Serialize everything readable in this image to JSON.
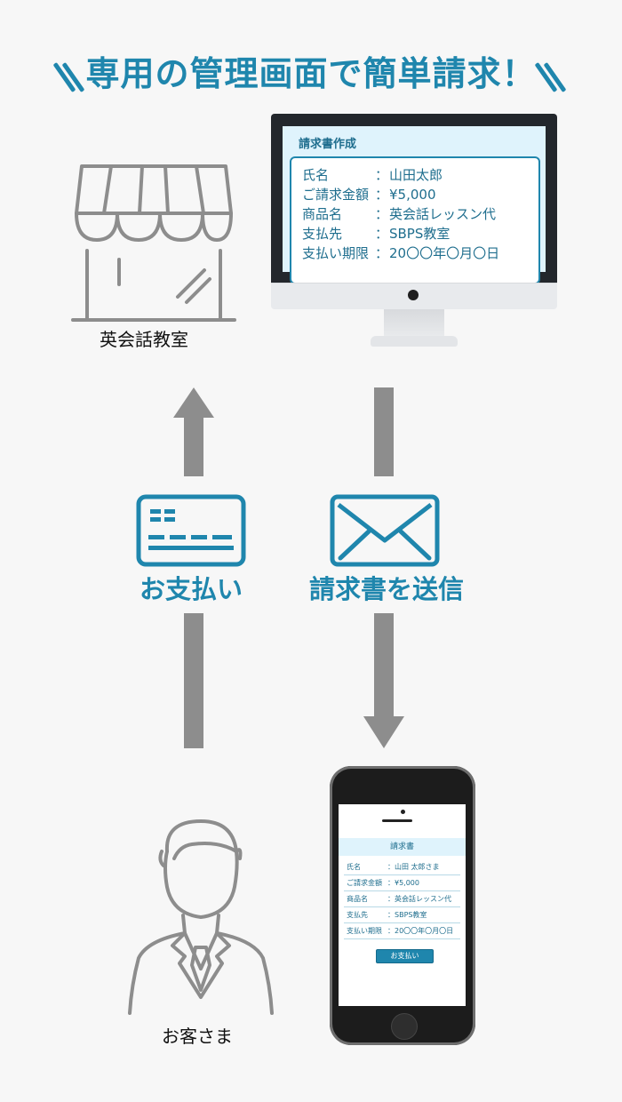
{
  "title": "専用の管理画面で簡単請求！",
  "store": {
    "label": "英会話教室"
  },
  "monitor": {
    "screen_title": "請求書作成",
    "rows": [
      {
        "key": "氏名",
        "value": "山田太郎"
      },
      {
        "key": "ご請求金額",
        "value": "¥5,000"
      },
      {
        "key": "商品名",
        "value": "英会話レッスン代"
      },
      {
        "key": "支払先",
        "value": "SBPS教室"
      },
      {
        "key": "支払い期限",
        "value": "20〇〇年〇月〇日"
      }
    ],
    "separator": "："
  },
  "payment": {
    "label": "お支払い"
  },
  "send": {
    "label": "請求書を送信"
  },
  "customer": {
    "label": "お客さま"
  },
  "phone": {
    "screen_title": "請求書",
    "rows": [
      {
        "key": "氏名",
        "value": "：山田 太郎さま"
      },
      {
        "key": "ご請求金額",
        "value": "：¥5,000"
      },
      {
        "key": "商品名",
        "value": "：英会話レッスン代"
      },
      {
        "key": "支払先",
        "value": "：SBPS教室"
      },
      {
        "key": "支払い期限",
        "value": "：20〇〇年〇月〇日"
      }
    ],
    "button_label": "お支払い"
  },
  "colors": {
    "accent": "#1f86ad",
    "gray": "#8d8d8d",
    "screen_bg": "#dff3fc"
  }
}
